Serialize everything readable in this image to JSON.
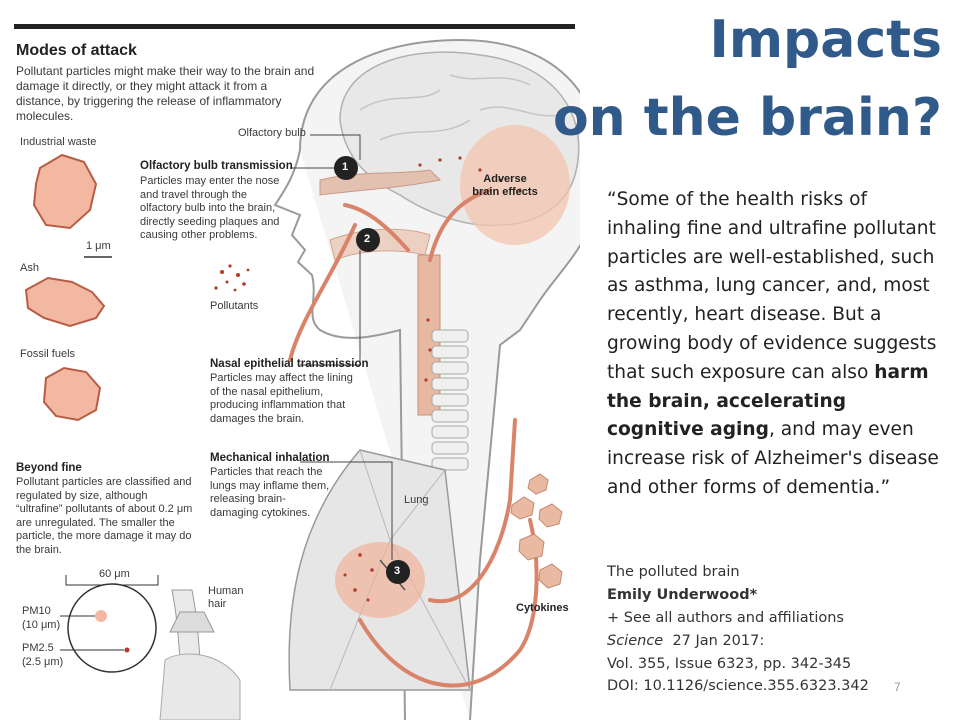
{
  "slide": {
    "title_line1": "Impacts",
    "title_line2": "on the brain?",
    "quote_part1": "“Some of the health risks of inhaling fine and ultrafine pollutant particles are well-established, such as asthma, lung cancer, and, most recently, heart disease. But a growing body of evidence suggests that such exposure can also ",
    "quote_bold1": "harm the brain, accelerating cognitive aging",
    "quote_part2": ", and may even increase risk of Alzheimer's disease and other forms of dementia.”",
    "page_number": "7"
  },
  "reference": {
    "article_title": "The polluted brain",
    "author": "Emily Underwood",
    "author_mark": "*",
    "affiliations": "+ See all authors and affiliations",
    "journal": "Science",
    "date": "27 Jan 2017:",
    "volume": "Vol. 355, Issue 6323, pp. 342-345",
    "doi": "DOI: 10.1126/science.355.6323.342"
  },
  "figure": {
    "title": "Modes of attack",
    "intro": "Pollutant particles might make their way to the brain and damage it directly, or they might attack it from a distance, by triggering the release of inflammatory molecules.",
    "particle_labels": [
      "Industrial waste",
      "Ash",
      "Fossil fuels"
    ],
    "scale_label": "1 μm",
    "olfactory_bulb": "Olfactory bulb",
    "pollutants": "Pollutants",
    "adverse_effects": "Adverse brain effects",
    "lung": "Lung",
    "cytokines": "Cytokines",
    "route1_title": "Olfactory bulb transmission",
    "route1_text": "Particles may enter the nose and travel through the olfactory bulb into the brain, directly seeding plaques and causing other problems.",
    "route2_title": "Nasal epithelial transmission",
    "route2_text": "Particles may affect the lining of the nasal epithelium, producing inflammation that damages the brain.",
    "route3_title": "Mechanical inhalation",
    "route3_text": "Particles that reach the lungs may inflame them, releasing brain-damaging cytokines.",
    "beyond_title": "Beyond fine",
    "beyond_text": "Pollutant particles are classified and regulated by size, although “ultrafine” pollutants of about 0.2 μm are unregulated. The smaller the particle, the more damage it may do the brain.",
    "size_scale": "60 μm",
    "pm10": "PM10",
    "pm10_size": "(10 μm)",
    "pm25": "PM2.5",
    "pm25_size": "(2.5 μm)",
    "human_hair": "Human hair",
    "markers": [
      "1",
      "2",
      "3"
    ],
    "colors": {
      "accent": "#c9745a",
      "particle": "#f2b8a2",
      "dots": "#b23a2a"
    }
  }
}
